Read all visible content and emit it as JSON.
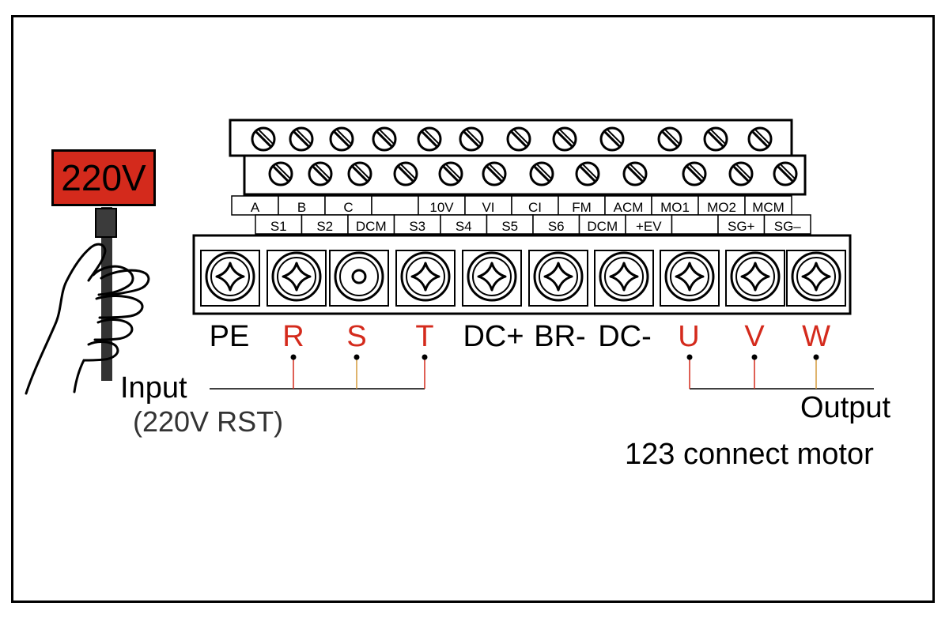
{
  "voltage_badge": {
    "text": "220V",
    "color": "#d42a1c"
  },
  "control_row_top": [
    "A",
    "B",
    "C",
    "",
    "10V",
    "VI",
    "CI",
    "FM",
    "ACM",
    "MO1",
    "MO2",
    "MCM"
  ],
  "control_row_bottom": [
    "S1",
    "S2",
    "DCM",
    "S3",
    "S4",
    "S5",
    "S6",
    "DCM",
    "+EV",
    "",
    "SG+",
    "SG–"
  ],
  "power_terminals": [
    {
      "label": "PE",
      "color": "#000000"
    },
    {
      "label": "R",
      "color": "#d42a1c"
    },
    {
      "label": "S",
      "color": "#d42a1c"
    },
    {
      "label": "T",
      "color": "#d42a1c"
    },
    {
      "label": "DC+",
      "color": "#000000"
    },
    {
      "label": "BR-",
      "color": "#000000"
    },
    {
      "label": "DC-",
      "color": "#000000"
    },
    {
      "label": "U",
      "color": "#d42a1c"
    },
    {
      "label": "V",
      "color": "#d42a1c"
    },
    {
      "label": "W",
      "color": "#d42a1c"
    }
  ],
  "input": {
    "title": "Input",
    "subtitle": "(220V RST)"
  },
  "output": {
    "title": "Output",
    "subtitle": "123 connect motor"
  },
  "colors": {
    "red": "#d42a1c",
    "wire_orange": "#d49a3c",
    "outline": "#000000"
  },
  "icons": {
    "control_screw": "slotted-screw-icon",
    "power_screw": "cross-screw-icon",
    "unused_screw": "round-screw-icon",
    "hand": "hand-holding-cable-icon"
  }
}
